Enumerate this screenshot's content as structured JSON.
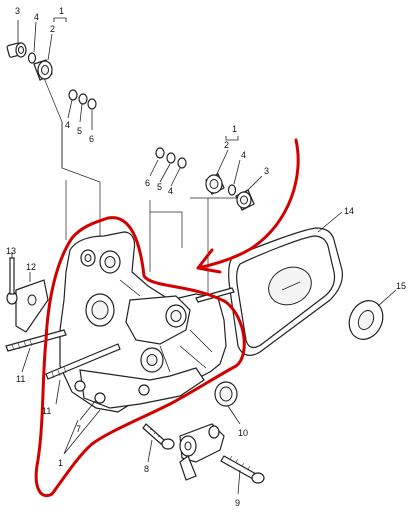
{
  "callouts": {
    "c3a": "3",
    "c4a": "4",
    "c1a": "1",
    "c2a": "2",
    "c4b": "4",
    "c5b": "5",
    "c6b": "6",
    "c1b": "1",
    "c2b": "2",
    "c4c": "4",
    "c3b": "3",
    "c6c": "6",
    "c5c": "5",
    "c4d": "4",
    "c14": "14",
    "c15": "15",
    "c13": "13",
    "c12": "12",
    "c11a": "11",
    "c11b": "11",
    "c7": "7",
    "c1c": "1",
    "c8": "8",
    "c10": "10",
    "c9": "9"
  },
  "colors": {
    "line": "#222222",
    "annotation": "#d40000",
    "background": "#ffffff"
  }
}
